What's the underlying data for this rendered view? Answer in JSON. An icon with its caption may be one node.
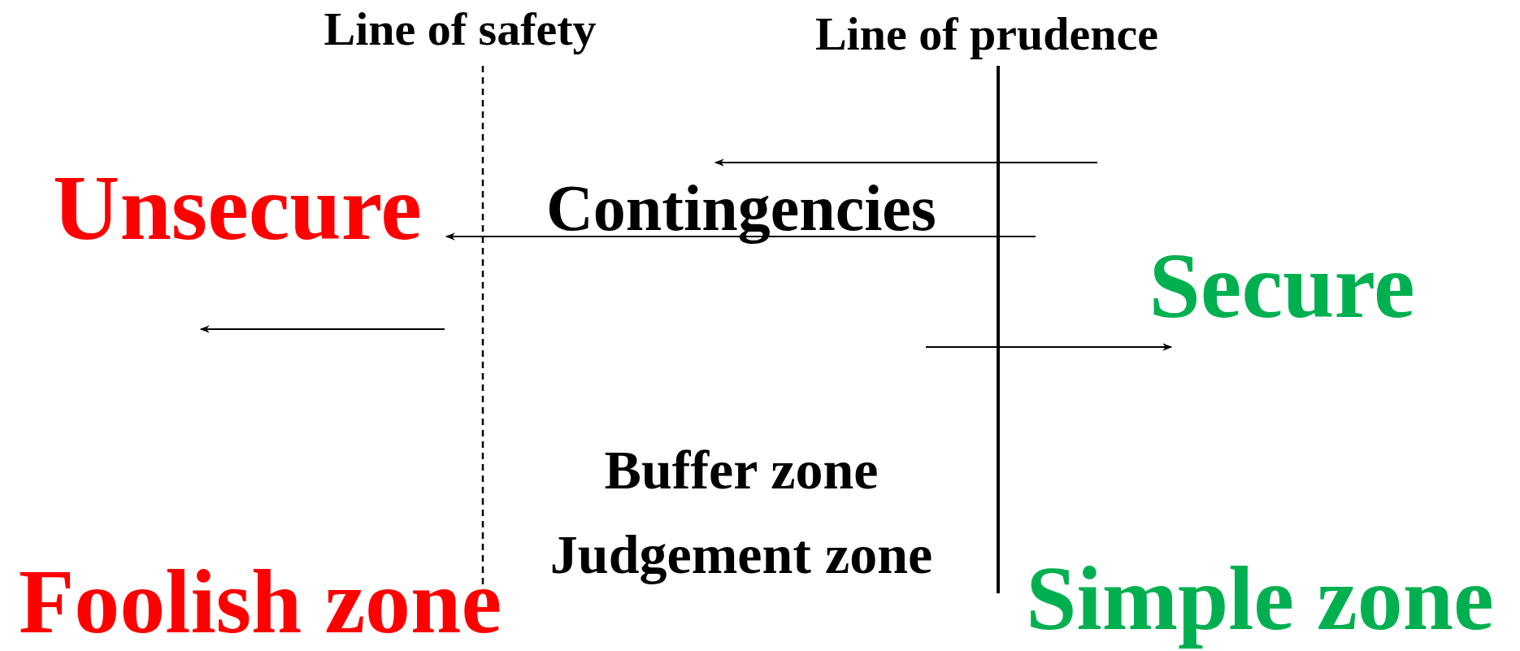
{
  "diagram": {
    "labels": [
      "Line of safety",
      "Line of prudence",
      "Unsecure",
      "Contingencies",
      "Secure",
      "Buffer zone",
      "Judgement zone",
      "Foolish zone",
      "Simple zone"
    ]
  }
}
